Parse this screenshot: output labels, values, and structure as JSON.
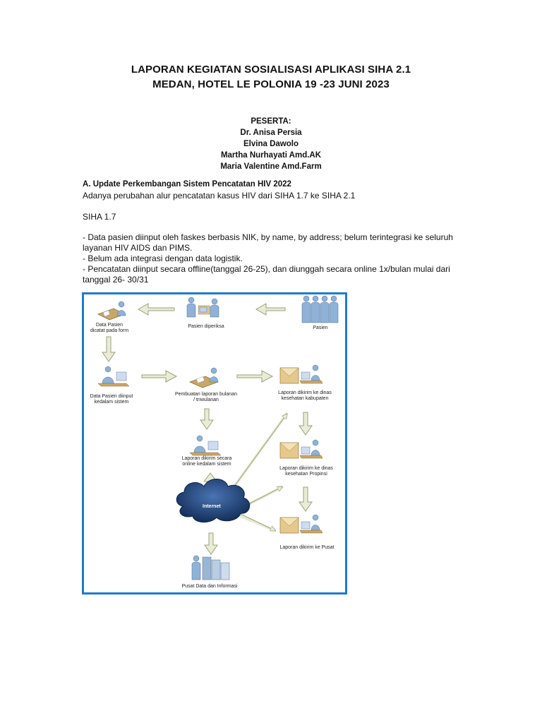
{
  "header": {
    "title_line1": "LAPORAN KEGIATAN SOSIALISASI APLIKASI SIHA 2.1",
    "title_line2": "MEDAN, HOTEL LE POLONIA 19 -23 JUNI 2023"
  },
  "participants": {
    "heading": "PESERTA:",
    "names": [
      "Dr. Anisa Persia",
      "Elvina Dawolo",
      "Martha Nurhayati Amd.AK",
      "Maria Valentine Amd.Farm"
    ]
  },
  "section_a": {
    "heading": "A. Update Perkembangan Sistem Pencatatan HIV 2022",
    "intro": "Adanya perubahan alur pencatatan kasus HIV dari SIHA 1.7 ke SIHA 2.1",
    "subheading": "SIHA 1.7",
    "bullets": [
      "- Data pasien diinput oleh faskes berbasis NIK, by name, by address; belum terintegrasi ke seluruh layanan HIV AIDS dan PIMS.",
      "- Belum ada integrasi dengan data logistik.",
      "- Pencatatan diinput secara offline(tanggal 26-25), dan diunggah secara online 1x/bulan mulai dari tanggal 26- 30/31"
    ]
  },
  "diagram": {
    "nodes": {
      "data_dicatat": "Data Pasien dicatat pada form",
      "pasien_diperiksa": "Pasien diperiksa",
      "pasien": "Pasien",
      "data_diinput": "Data Pasien diinput kedalam sistem",
      "pembuatan_laporan": "Pembuatan laporan bulanan / triwulanan",
      "laporan_kabupaten": "Laporan dikirim ke dinas kesehatan kabupaten",
      "laporan_online": "Laporan dikirim secara online kedalam sistem",
      "laporan_propinsi": "Laporan dikirim ke dinas kesehatan Propinsi",
      "internet": "Internet",
      "laporan_pusat": "Laporan dikirim ke Pusat",
      "pusat_data": "Pusat Data dan Informasi"
    }
  },
  "colors": {
    "frame": "#1c7bd2",
    "arrow_fill": "#e8ecd6",
    "arrow_stroke": "#9aa279",
    "cloud": "#1d3f73"
  }
}
